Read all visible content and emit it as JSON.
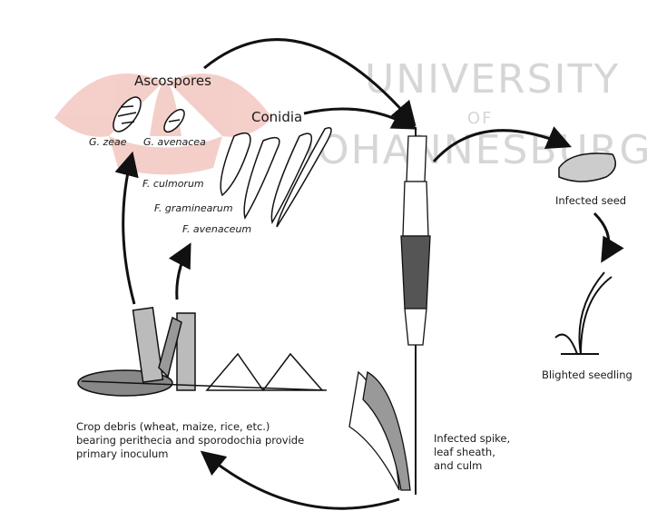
{
  "watermark": {
    "line1": "UNIVERSITY",
    "line2": "OF",
    "line3": "JOHANNESBURG",
    "colors": {
      "text": "#d6d6d6",
      "emblem": "#f3c7c0"
    }
  },
  "labels": {
    "ascospores": "Ascospores",
    "conidia": "Conidia",
    "g_zeae": "G. zeae",
    "g_avenacea": "G. avenacea",
    "f_culmorum": "F. culmorum",
    "f_graminearum": "F. graminearum",
    "f_avenaceum": "F. avenaceum",
    "infected_seed": "Infected seed",
    "blighted_seedling": "Blighted seedling",
    "crop_debris": [
      "Crop debris (wheat, maize, rice, etc.)",
      "bearing perithecia and sporodochia provide",
      "primary inoculum"
    ],
    "infected_spike": [
      "Infected spike,",
      "leaf sheath,",
      "and culm"
    ]
  },
  "icons": [
    "ascospore-icon",
    "conidium-icon",
    "wheat-spike-icon",
    "seed-icon",
    "seedling-icon",
    "crop-debris-icon",
    "cycle-arrow-icon"
  ]
}
